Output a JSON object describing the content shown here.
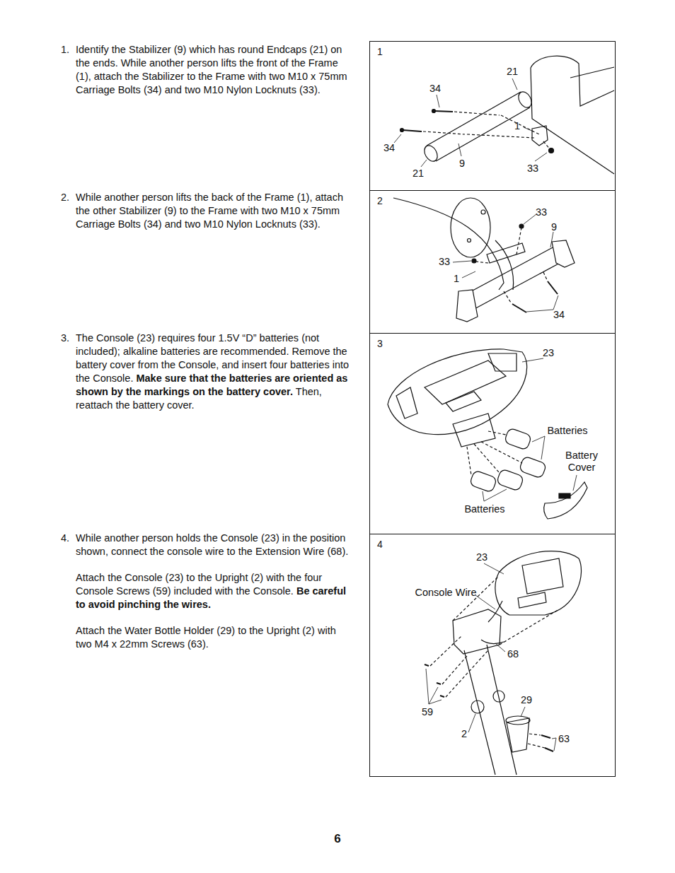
{
  "diagram": {
    "nodes": [
      {
        "text": [
          "1"
        ]
      },
      {
        "text": [
          "2"
        ]
      },
      {
        "text": [
          "3"
        ]
      },
      {
        "text": [
          "4"
        ]
      }
    ],
    "labels": [
      "1.",
      "Identify the Stabilizer (9) which has round Endcaps (21) on the ends. While another person lifts the front of the Frame (1), attach the Stabilizer to the Frame with two M10 x 75mm Carriage Bolts (34) and two M10 Nylon Locknuts (33).",
      "2.",
      "While another person lifts the back of the Frame (1), attach the other Stabilizer (9) to the Frame with two M10 x 75mm Carriage Bolts (34) and two M10 Nylon Locknuts (33).",
      "3.",
      "The Console (23) requires four 1.5V “D” batteries (not included); alkaline batteries are recommended. Remove the battery cover from the Console, and insert four batteries into the Console.",
      "Make sure that the batteries are oriented as shown by the markings on the battery cover.",
      "Then, reattach the battery cover.",
      "4.",
      "While another person holds the Console (23) in the position shown, connect the console wire to the Extension Wire (68).",
      "Attach the Console (23) to the Upright (2) with the four Console Screws (59) included with the Console.",
      "Be careful to avoid pinching the wires.",
      "Attach the Water Bottle Holder (29) to the Upright (2) with two M4 x 22mm Screws (63).",
      "21",
      "34",
      "1",
      "34",
      "9",
      "21",
      "33",
      "33",
      "9",
      "33",
      "1",
      "34",
      "23",
      "Batteries",
      "Battery Cover",
      "Batteries",
      "23",
      "Console Wire",
      "68",
      "29",
      "59",
      "2",
      "63",
      "6"
    ]
  }
}
